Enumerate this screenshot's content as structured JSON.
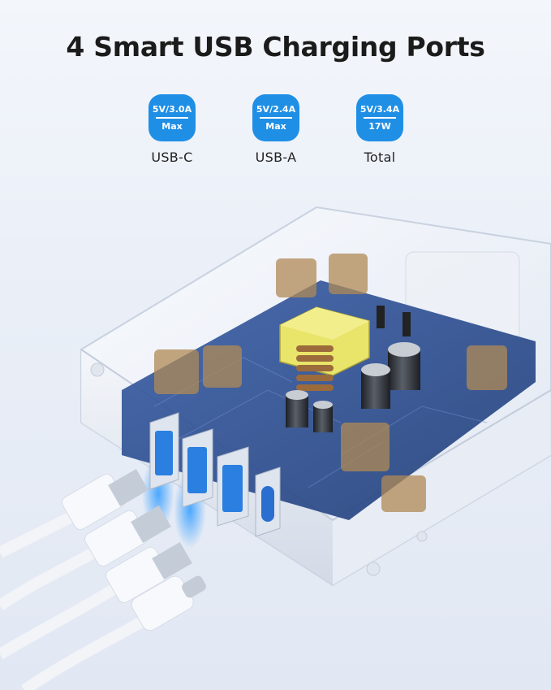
{
  "headline": "4 Smart USB Charging Ports",
  "specs": [
    {
      "top": "5V/3.0A",
      "bottom": "Max",
      "label": "USB-C"
    },
    {
      "top": "5V/2.4A",
      "bottom": "Max",
      "label": "USB-A"
    },
    {
      "top": "5V/3.4A",
      "bottom": "17W",
      "label": "Total"
    }
  ],
  "colors": {
    "badge": "#1f8fe6",
    "pcb": "#2f4f8f",
    "transformer": "#e9e46a",
    "casing": "#f4f6fa",
    "usb_port": "#2a7fe0"
  }
}
